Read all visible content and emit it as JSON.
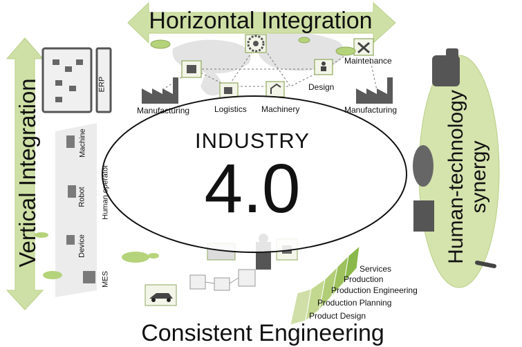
{
  "titles": {
    "horizontal": "Horizontal Integration",
    "vertical": "Vertical Integration",
    "human_line1": "Human-technology",
    "human_line2": "synergy",
    "consistent": "Consistent Engineering"
  },
  "center": {
    "line1": "INDUSTRY",
    "line2": "4.0"
  },
  "horizontal_labels": [
    "Manufacturing",
    "Logistics",
    "Machinery",
    "Manufacturing",
    "Design",
    "Maintenance"
  ],
  "vertical_labels": [
    "ERP",
    "Machine",
    "Human operator",
    "Robot",
    "Device",
    "MES"
  ],
  "engineering_stages": [
    "Services",
    "Production",
    "Production Engineering",
    "Production Planning",
    "Product Design"
  ],
  "colors": {
    "arrow_green": "#cfe0a6",
    "arrow_stroke": "#b8cf86",
    "stage_green_dark": "#8ab84a",
    "stage_green_light": "#c8dc9a"
  }
}
